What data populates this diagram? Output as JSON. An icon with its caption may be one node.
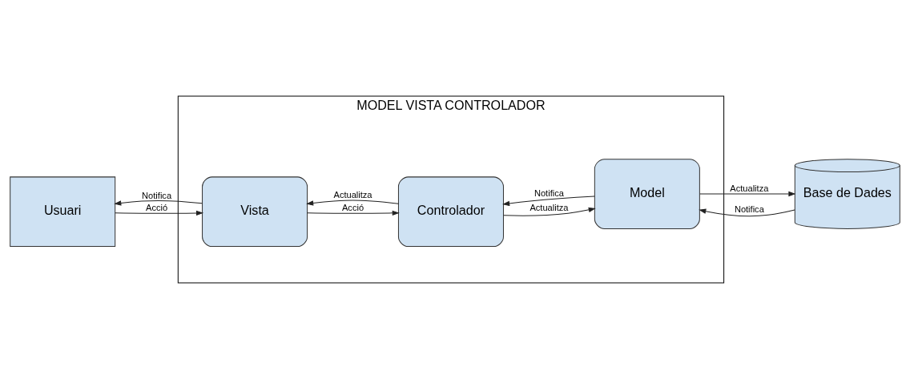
{
  "diagram": {
    "nodes": [
      {
        "text": [
          "MODEL VISTA CONTROLADOR"
        ]
      },
      {
        "text": [
          "Usuari"
        ]
      },
      {
        "text": [
          "Vista"
        ],
        "in": 0
      },
      {
        "text": [
          "Model"
        ],
        "in": 0
      },
      {
        "text": [
          "Base de Dades"
        ]
      },
      {
        "text": [
          "Controlador"
        ],
        "in": 0
      }
    ],
    "edges": [
      {
        "from": 1,
        "to": 2,
        "arrow": "to",
        "label": "Acció"
      },
      {
        "from": 2,
        "to": 1,
        "arrow": "to",
        "label": "Notifica"
      },
      {
        "from": 3,
        "to": 4,
        "arrow": "to",
        "label": "Actualitza"
      },
      {
        "from": 4,
        "to": 3,
        "arrow": "to",
        "label": "Notifica"
      },
      {
        "from": 2,
        "to": 5,
        "arrow": "to",
        "label": "Acció"
      },
      {
        "from": 5,
        "to": 2,
        "arrow": "to",
        "label": "Actualitza"
      },
      {
        "from": 5,
        "to": 3,
        "arrow": "to",
        "label": "Actualitza"
      },
      {
        "from": 3,
        "to": 5,
        "arrow": "to",
        "label": "Notifica"
      }
    ]
  }
}
